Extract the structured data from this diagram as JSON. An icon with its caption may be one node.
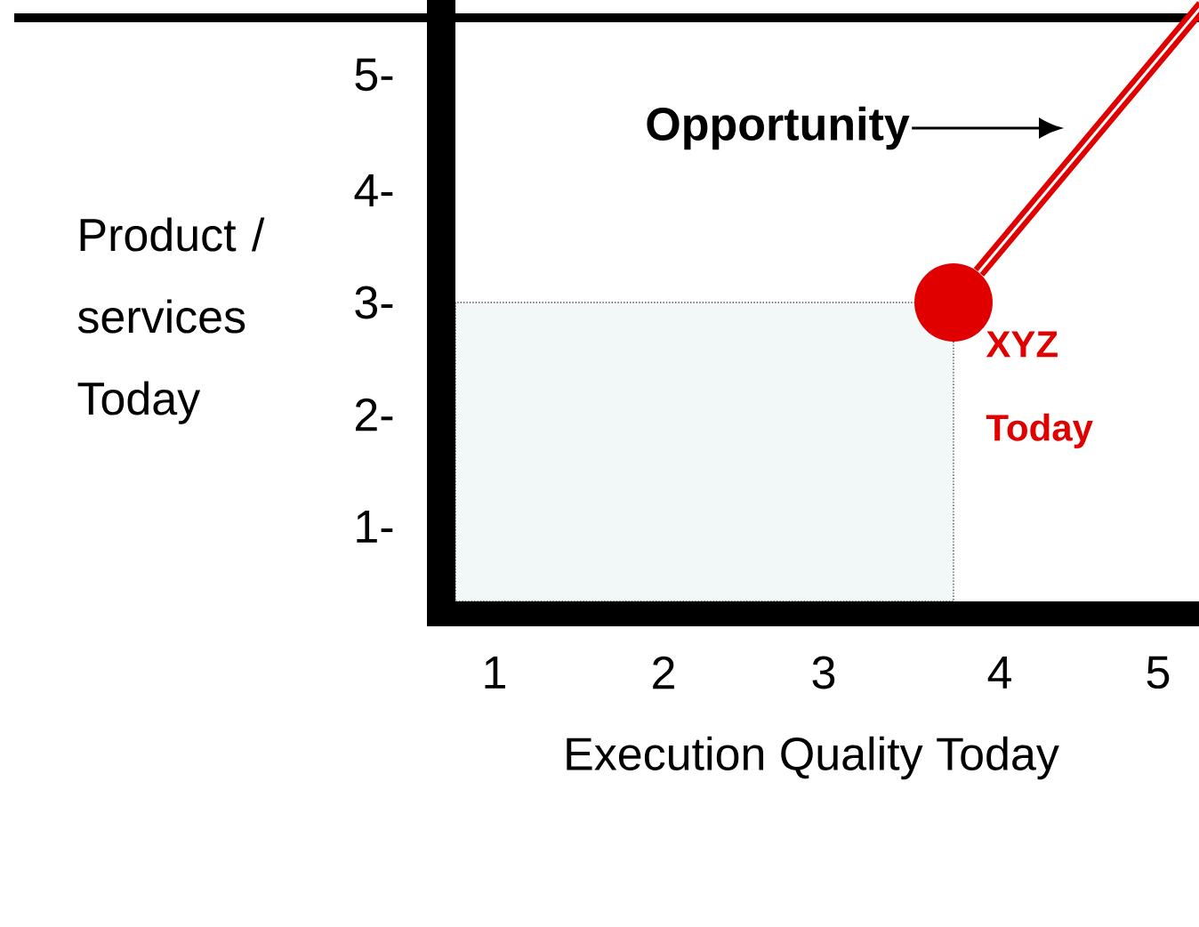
{
  "diagram": {
    "nodes": [
      {
        "text": [],
        "shape": "circle",
        "beside": [
          "XYZ Today"
        ]
      },
      {
        "text": [
          "Opportunity"
        ]
      }
    ],
    "edges": [
      {
        "from": 0,
        "to": null,
        "arrow": "none",
        "style": "thick",
        "color": "#e00000"
      },
      {
        "from": 1,
        "to": null,
        "arrow": "to",
        "color": "#000000"
      }
    ],
    "labels": [
      "5-",
      "4-",
      "Product / services Today",
      "3-",
      "2-",
      "1-",
      "1",
      "2",
      "3",
      "4",
      "5",
      "Execution Quality Today"
    ]
  }
}
